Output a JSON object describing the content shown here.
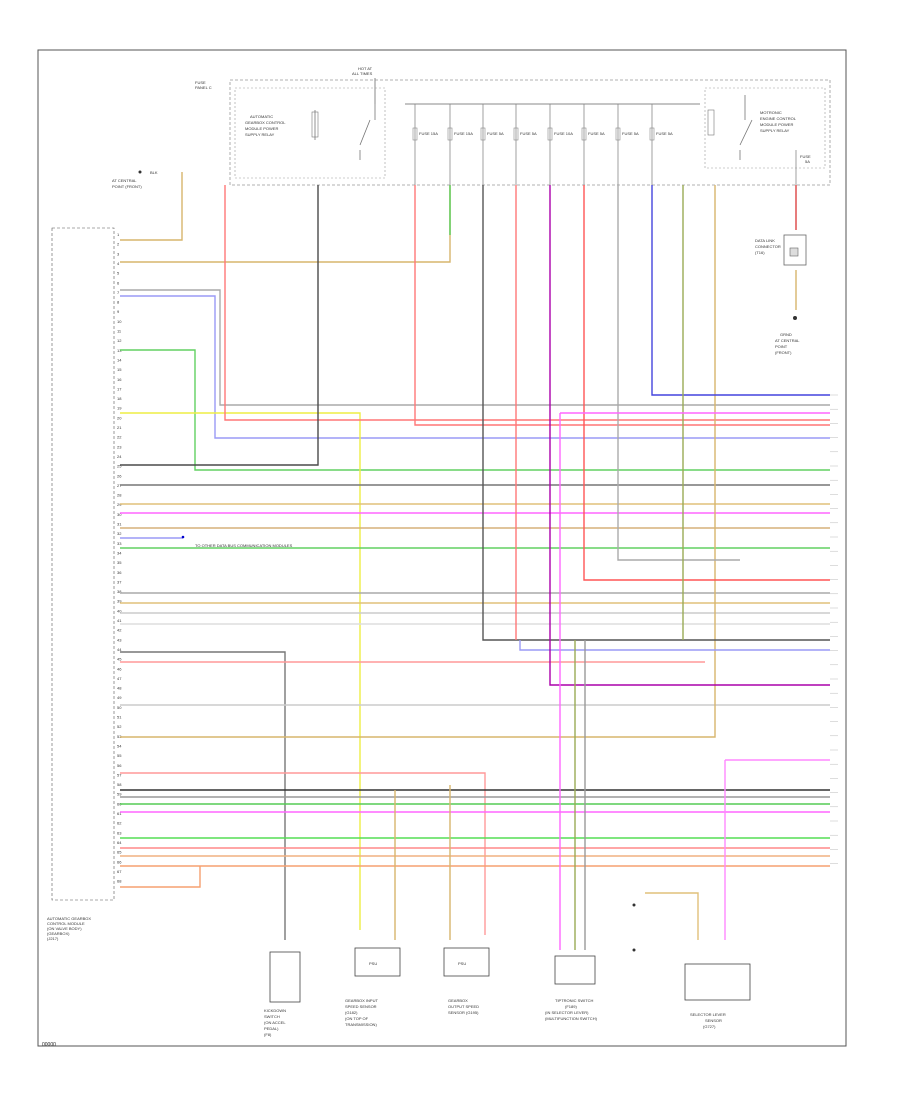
{
  "diagram": {
    "figure_id": "00000",
    "ecm": {
      "title_lines": [
        "AUTOMATIC GEARBOX",
        "CONTROL MODULE",
        "(ON VALVE BODY)",
        "(GEARBOX)",
        "(J217)"
      ]
    },
    "bulkhead": {
      "label_lines": [
        "FUSE",
        "PANEL C"
      ]
    },
    "relay_label": [
      "HOT AT",
      "ALL TIMES"
    ],
    "left_relay_label": [
      "AUTOMATIC",
      "GEARBOX CONTROL",
      "MODULE POWER",
      "SUPPLY RELAY"
    ],
    "right_relay_label": [
      "MOTRONIC",
      "ENGINE CONTROL",
      "MODULE POWER",
      "SUPPLY RELAY"
    ],
    "top_note": [
      "BLK",
      "AT CENTRAL",
      "POINT (FRONT)"
    ],
    "fuse_labels": [
      "FUSE 15A",
      "FUSE 15A",
      "FUSE 5A",
      "FUSE 5A",
      "FUSE 10A",
      "FUSE 5A",
      "FUSE 5A",
      "FUSE 5A"
    ],
    "right_fuse": [
      "FUSE",
      "5A"
    ],
    "data_link": [
      "DATA LINK",
      "CONNECTOR",
      "(T16)"
    ],
    "ground_label": [
      "GRND",
      "AT CENTRAL",
      "POINT",
      "(FRONT)"
    ],
    "connector_note": "TO OTHER DATA BUS COMMUNICATION MODULES",
    "pin_numbers": [
      "1",
      "2",
      "3",
      "4",
      "5",
      "6",
      "7",
      "8",
      "9",
      "10",
      "11",
      "12",
      "13",
      "14",
      "15",
      "16",
      "17",
      "18",
      "19",
      "20",
      "21",
      "22",
      "23",
      "24",
      "25",
      "26",
      "27",
      "28",
      "29",
      "30",
      "31",
      "32",
      "33",
      "34",
      "35",
      "36",
      "37",
      "38",
      "39",
      "40",
      "41",
      "42",
      "43",
      "44",
      "45",
      "46",
      "47",
      "48",
      "49",
      "50",
      "51",
      "52",
      "53",
      "54",
      "55",
      "56",
      "57",
      "58",
      "59",
      "60",
      "61",
      "62",
      "63",
      "64",
      "65",
      "66",
      "67",
      "68"
    ],
    "components": [
      {
        "id": "kickdown",
        "lines": [
          "KICKDOWN",
          "SWITCH",
          "(ON ACCEL",
          "PEDAL)",
          "(F8)"
        ]
      },
      {
        "id": "brake",
        "lines": [
          "GEARBOX INPUT",
          "SPEED SENSOR",
          "(G182)",
          "(ON TOP OF",
          "TRANSMISSION)"
        ]
      },
      {
        "id": "output",
        "lines": [
          "GEARBOX",
          "OUTPUT SPEED",
          "SENSOR (G195)"
        ]
      },
      {
        "id": "tiptronic",
        "lines": [
          "TIPTRONIC SWITCH",
          "(F189)",
          "(IN SELECTOR LEVER)",
          "(MULTIFUNCTION SWITCH)"
        ]
      },
      {
        "id": "position",
        "lines": [
          "SELECTOR LEVER",
          "SENSOR",
          "(G727)"
        ]
      }
    ]
  }
}
